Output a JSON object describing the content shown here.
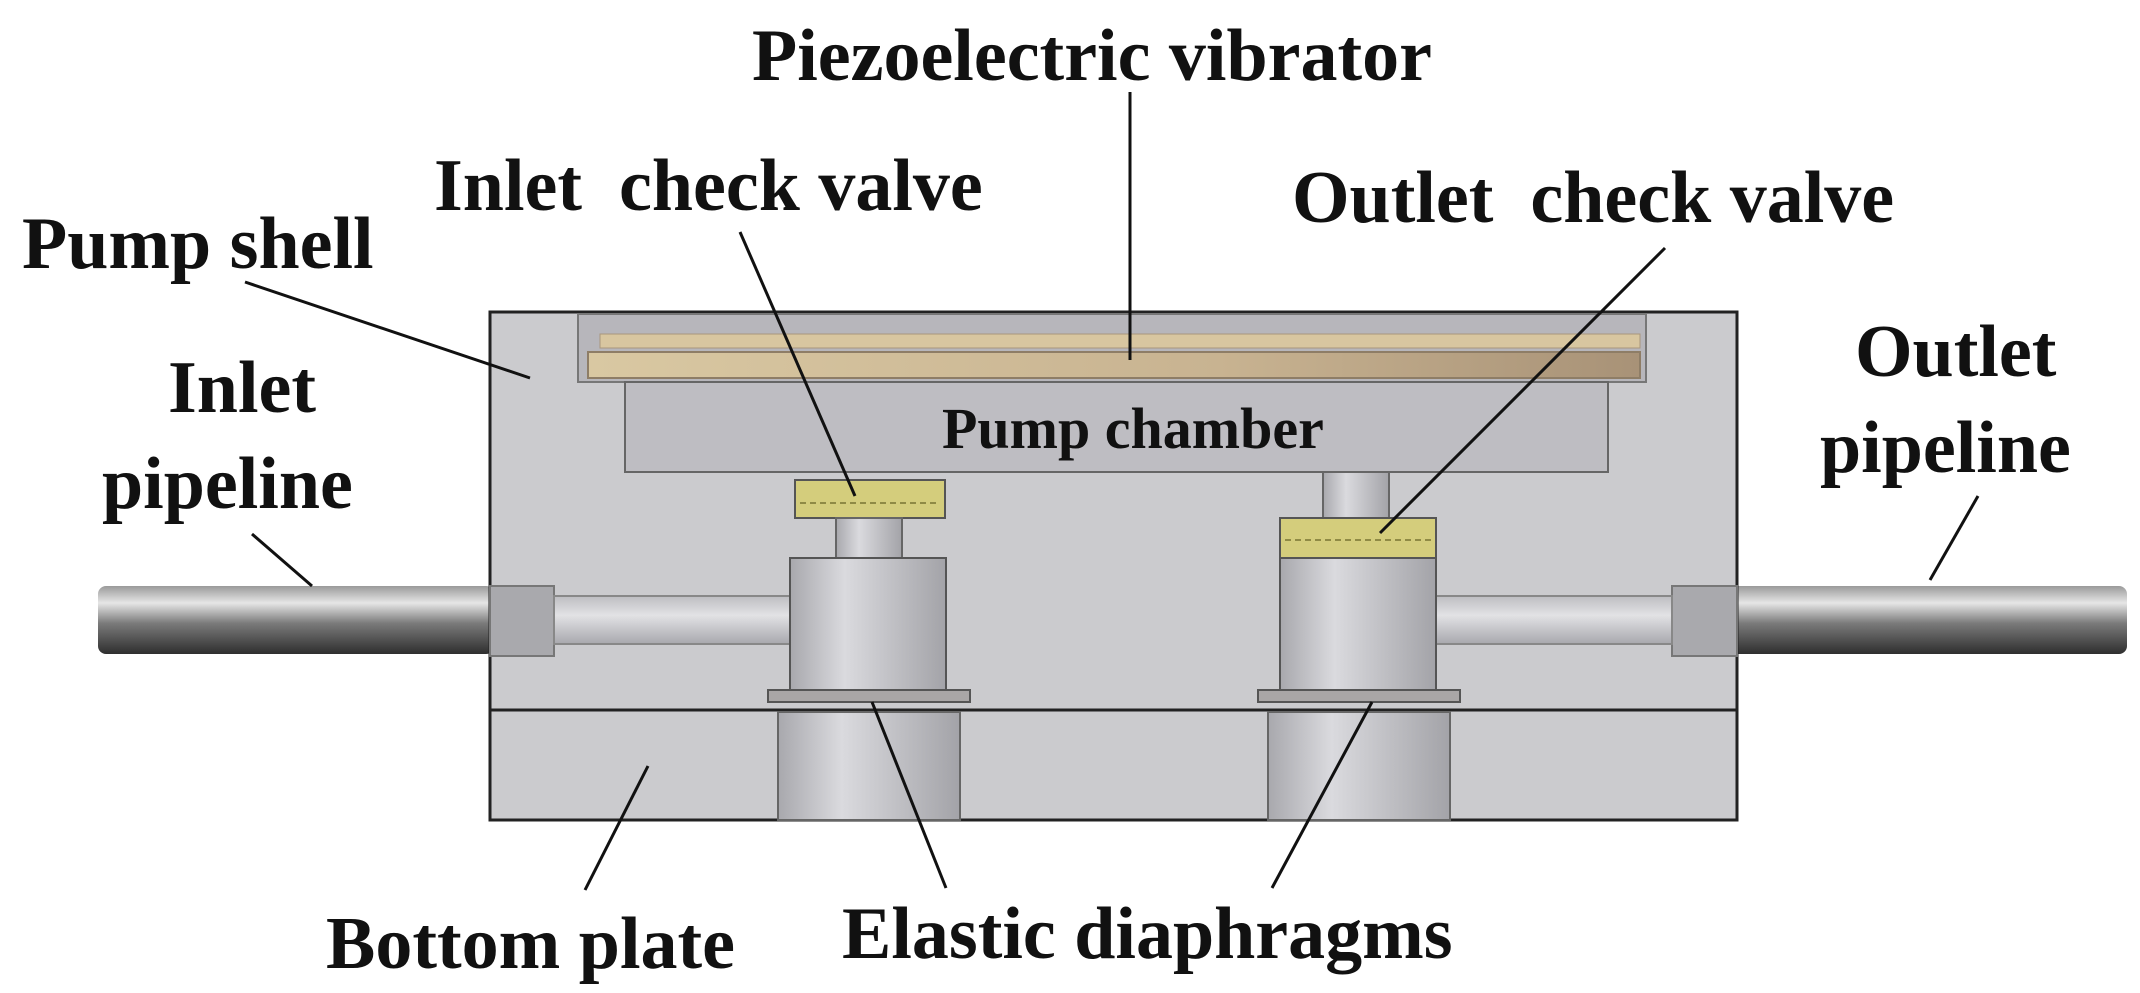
{
  "labels": {
    "piezoelectric_vibrator": "Piezoelectric vibrator",
    "inlet_check_valve": "Inlet  check valve",
    "outlet_check_valve": "Outlet  check valve",
    "pump_shell": "Pump shell",
    "inlet_pipeline_1": "Inlet",
    "inlet_pipeline_2": "pipeline",
    "outlet_pipeline_1": "Outlet",
    "outlet_pipeline_2": "pipeline",
    "pump_chamber": "Pump chamber",
    "bottom_plate": "Bottom plate",
    "elastic_diaphragms": "Elastic diaphragms"
  },
  "colors": {
    "housing": "#c9c9cc",
    "housing_stroke": "#222222",
    "cavity": "#b9b8bd",
    "vibrator": "#cdb99a",
    "valve_disc": "#d6cf7a",
    "pipe_dark": "#3a3a3a",
    "pipe_light": "#d8d8d8"
  }
}
